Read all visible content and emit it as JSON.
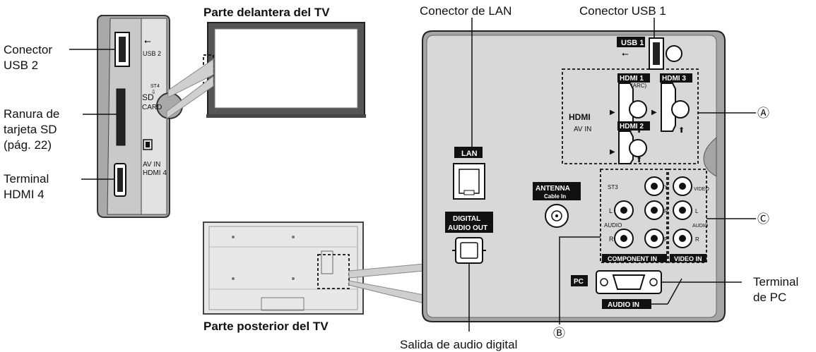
{
  "labels": {
    "usb2": [
      "Conector",
      "USB 2"
    ],
    "sd": [
      "Ranura de",
      "tarjeta SD",
      "(pág. 22)"
    ],
    "hdmi4": [
      "Terminal",
      "HDMI 4"
    ],
    "front_title": "Parte delantera del TV",
    "back_title": "Parte posterior del TV",
    "lan": "Conector de LAN",
    "usb1": "Conector USB 1",
    "a": "Ⓐ",
    "c": "Ⓒ",
    "b": "Ⓑ",
    "pc": [
      "Terminal",
      "de PC"
    ],
    "audio_out": "Salida de audio digital"
  },
  "side_panel": {
    "usb2_tag": "USB 2",
    "st4": "ST4",
    "sd_top": "SD",
    "sd_bottom": "CARD",
    "av_in": "AV IN",
    "hdmi4": "HDMI 4"
  },
  "rear_panel": {
    "usb1_tag": "USB 1",
    "hdmi1": "HDMI 1",
    "arc": "(ARC)",
    "hdmi3": "HDMI 3",
    "hdmi2": "HDMI 2",
    "hdmi_logo": "HDMI",
    "av_in": "AV IN",
    "lan_tag": "LAN",
    "antenna": "ANTENNA",
    "cable_in": "Cable In",
    "digital": "DIGITAL",
    "audio_out": "AUDIO OUT",
    "st3": "ST3",
    "l": "L",
    "audio": "AUDIO",
    "r": "R",
    "y": "Y",
    "pb": "P",
    "pr": "P",
    "video": "VIDEO",
    "component_in": "COMPONENT IN",
    "video_in": "VIDEO IN",
    "pc_tag": "PC",
    "audio_in": "AUDIO IN"
  }
}
